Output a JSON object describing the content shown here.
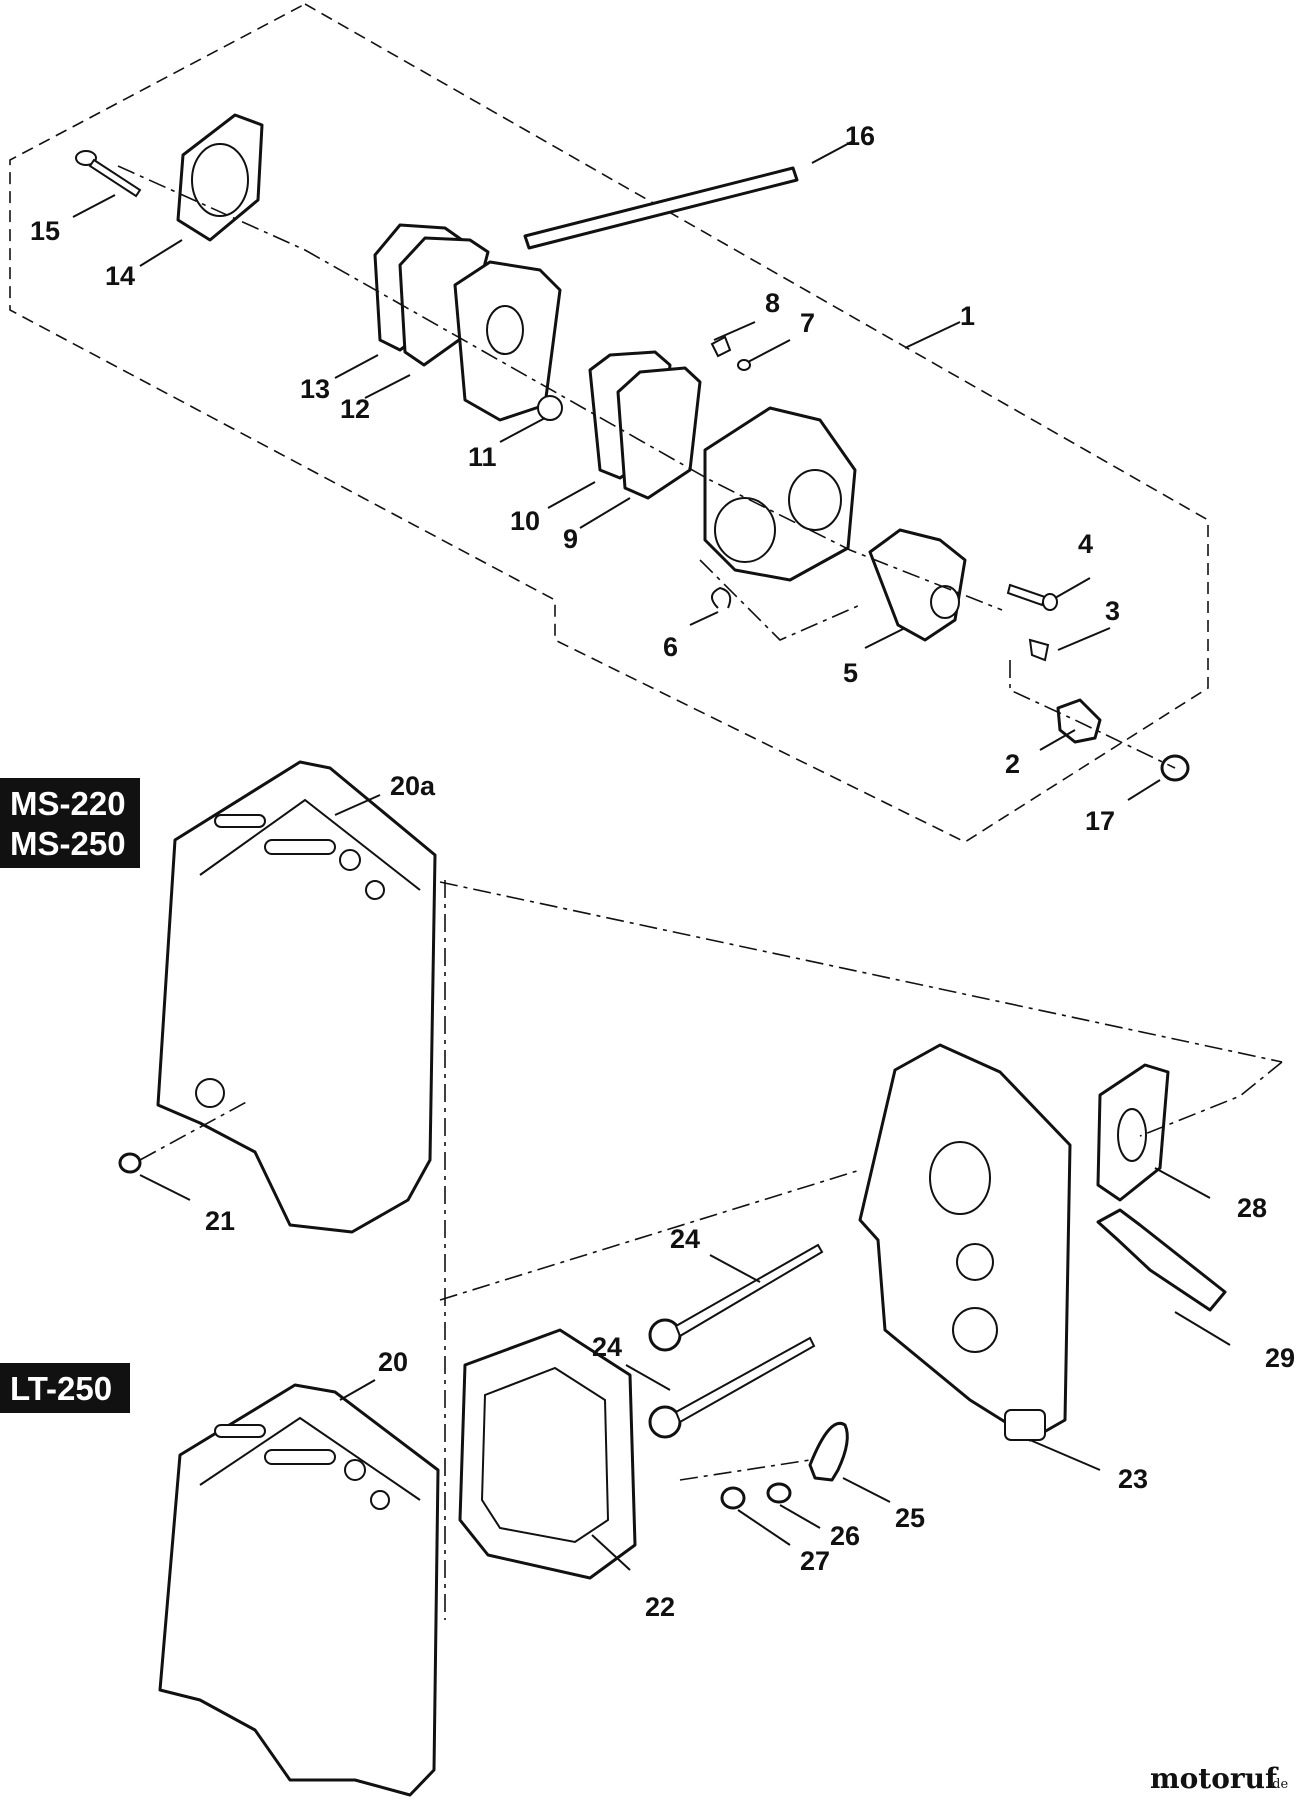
{
  "models": {
    "top": [
      "MS-220",
      "MS-250"
    ],
    "bottom": "LT-250"
  },
  "part_numbers": {
    "p1": "1",
    "p2": "2",
    "p3": "3",
    "p4": "4",
    "p5": "5",
    "p6": "6",
    "p7": "7",
    "p8": "8",
    "p9": "9",
    "p10": "10",
    "p11": "11",
    "p12": "12",
    "p13": "13",
    "p14": "14",
    "p15": "15",
    "p16": "16",
    "p17": "17",
    "p20": "20",
    "p20a": "20a",
    "p21": "21",
    "p22": "22",
    "p23": "23",
    "p24a": "24",
    "p24b": "24",
    "p25": "25",
    "p26": "26",
    "p27": "27",
    "p28": "28",
    "p29": "29"
  },
  "watermark": {
    "brand": "motoruf",
    "suffix": ".de"
  }
}
